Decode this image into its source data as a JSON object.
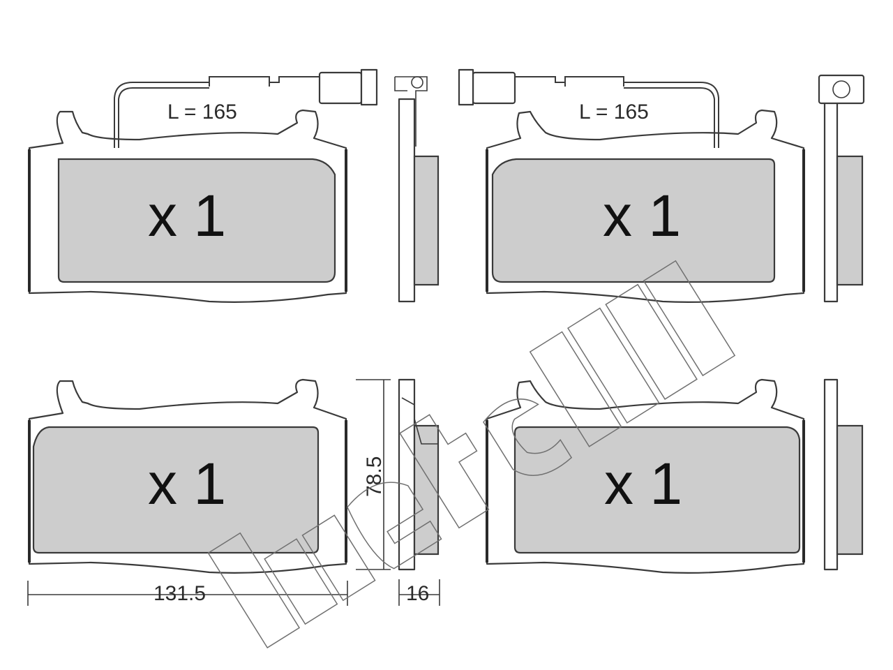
{
  "pads": [
    {
      "quantity": "x 1",
      "wire_length": "L = 165"
    },
    {
      "quantity": "x 1",
      "wire_length": "L = 165"
    },
    {
      "quantity": "x 1"
    },
    {
      "quantity": "x 1"
    }
  ],
  "dimensions": {
    "width": "131.5",
    "height": "78.5",
    "thickness": "16"
  },
  "watermark": "metelli"
}
